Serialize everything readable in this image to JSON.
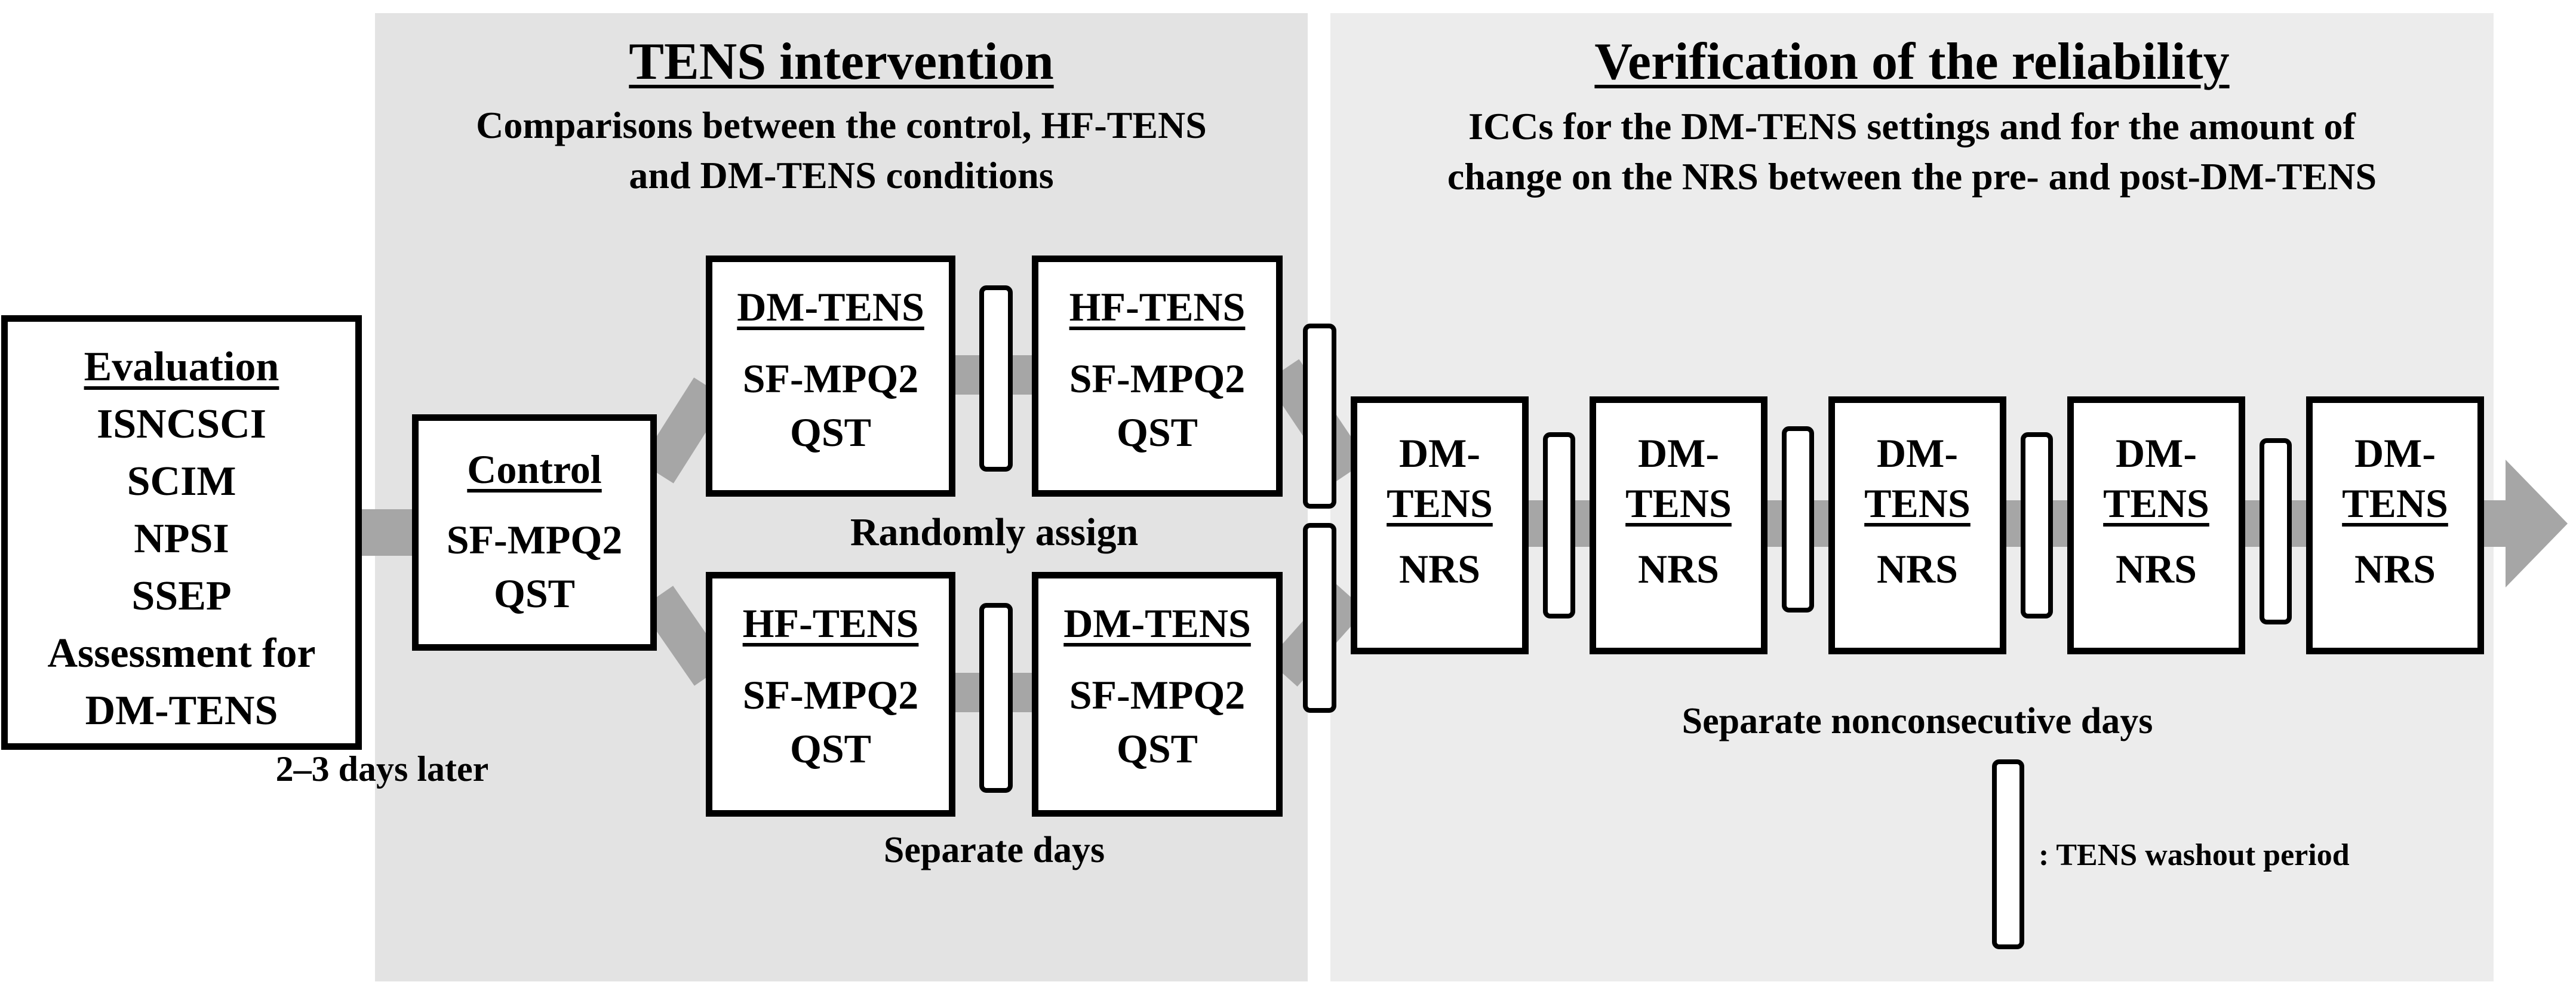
{
  "panels": {
    "tens": {
      "title": "TENS intervention",
      "subtitle": [
        "Comparisons between the control, HF-TENS",
        "and DM-TENS conditions"
      ]
    },
    "reliability": {
      "title": "Verification of the reliability",
      "subtitle": [
        "ICCs for the DM-TENS settings and for the amount of",
        "change on the NRS between the pre- and post-DM-TENS"
      ]
    }
  },
  "evaluation": {
    "heading": "Evaluation",
    "items": [
      "ISNCSCI",
      "SCIM",
      "NPSI",
      "SSEP",
      "Assessment for",
      "DM-TENS"
    ],
    "note": "2–3 days later"
  },
  "control": {
    "heading": "Control",
    "lines": [
      "SF-MPQ2",
      "QST"
    ]
  },
  "sequences": {
    "top": [
      {
        "heading": "DM-TENS",
        "lines": [
          "SF-MPQ2",
          "QST"
        ]
      },
      {
        "heading": "HF-TENS",
        "lines": [
          "SF-MPQ2",
          "QST"
        ]
      }
    ],
    "bottom": [
      {
        "heading": "HF-TENS",
        "lines": [
          "SF-MPQ2",
          "QST"
        ]
      },
      {
        "heading": "DM-TENS",
        "lines": [
          "SF-MPQ2",
          "QST"
        ]
      }
    ],
    "assign_label": "Randomly assign",
    "days_label": "Separate days"
  },
  "sessions": {
    "items": [
      {
        "heading": [
          "DM-",
          "TENS"
        ],
        "value": "NRS"
      },
      {
        "heading": [
          "DM-",
          "TENS"
        ],
        "value": "NRS"
      },
      {
        "heading": [
          "DM-",
          "TENS"
        ],
        "value": "NRS"
      },
      {
        "heading": [
          "DM-",
          "TENS"
        ],
        "value": "NRS"
      },
      {
        "heading": [
          "DM-",
          "TENS"
        ],
        "value": "NRS"
      }
    ],
    "days_label": "Separate nonconsecutive days"
  },
  "legend": {
    "washout_label": ": TENS washout period"
  },
  "colors": {
    "panel_tens": "#e3e3e3",
    "panel_reliability": "#ececec",
    "arrow": "#a6a6a6",
    "box_border": "#000000"
  }
}
